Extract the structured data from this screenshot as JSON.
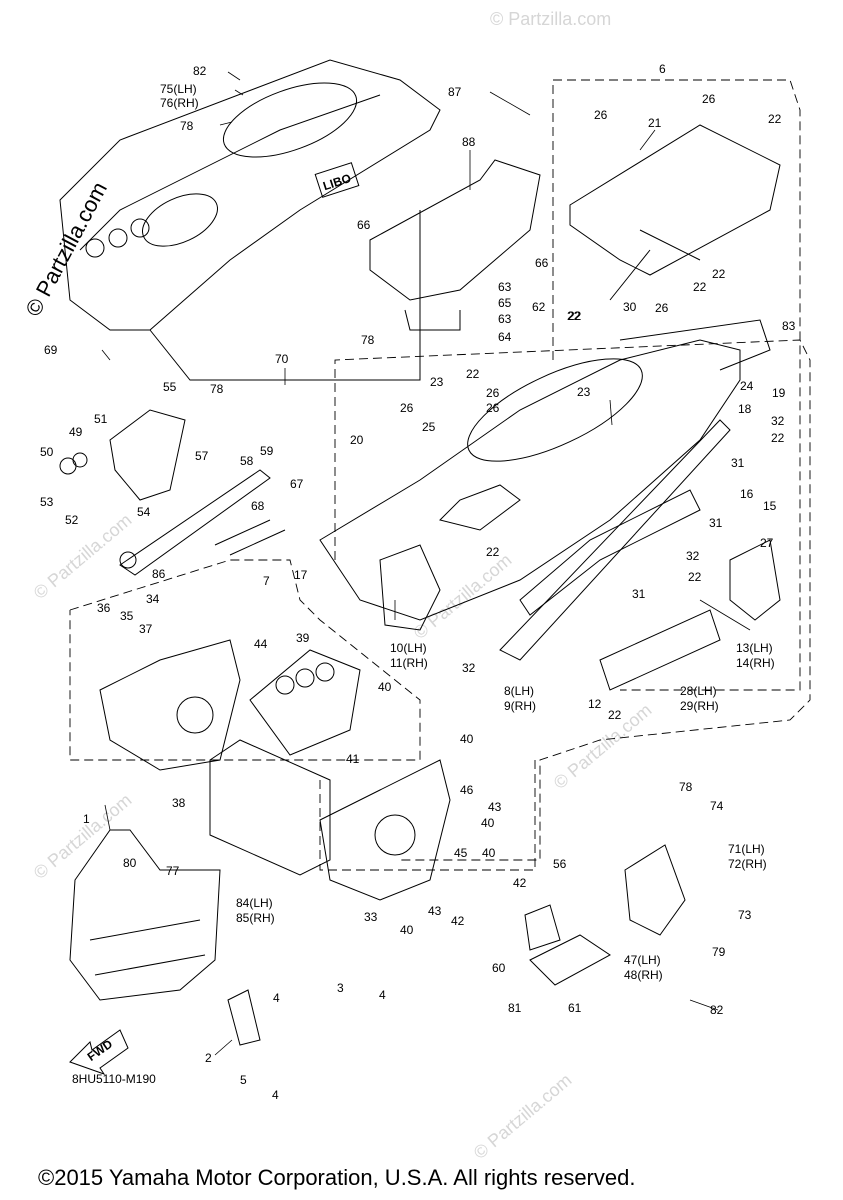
{
  "brand_watermark": "© Partzilla.com",
  "faint_watermark": "© Partzilla.com",
  "diagram_code": "8HU5110-M190",
  "fwd_label": "FWD",
  "copyright": "©2015 Yamaha Motor Corporation, U.S.A. All rights reserved.",
  "decal_text": "LIBO",
  "callouts": [
    "82",
    "75(LH)",
    "76(RH)",
    "78",
    "87",
    "6",
    "88",
    "21",
    "26",
    "26",
    "22",
    "66",
    "66",
    "22",
    "22",
    "26",
    "22",
    "30",
    "63",
    "65",
    "62",
    "63",
    "64",
    "83",
    "78",
    "22",
    "69",
    "70",
    "55",
    "78",
    "23",
    "22",
    "23",
    "24",
    "19",
    "18",
    "26",
    "26",
    "51",
    "49",
    "50",
    "53",
    "52",
    "54",
    "57",
    "58",
    "59",
    "20",
    "25",
    "26",
    "32",
    "22",
    "31",
    "16",
    "15",
    "67",
    "68",
    "31",
    "27",
    "22",
    "86",
    "7",
    "17",
    "32",
    "22",
    "34",
    "36",
    "35",
    "37",
    "10(LH)",
    "11(RH)",
    "31",
    "13(LH)",
    "14(RH)",
    "44",
    "39",
    "40",
    "32",
    "8(LH)",
    "9(RH)",
    "28(LH)",
    "29(RH)",
    "12",
    "22",
    "40",
    "41",
    "38",
    "46",
    "43",
    "40",
    "78",
    "74",
    "56",
    "1",
    "80",
    "45",
    "40",
    "42",
    "71(LH)",
    "72(RH)",
    "77",
    "43",
    "42",
    "73",
    "84(LH)",
    "85(RH)",
    "33",
    "40",
    "79",
    "60",
    "47(LH)",
    "48(RH)",
    "3",
    "4",
    "81",
    "61",
    "82",
    "4",
    "2",
    "5",
    "4"
  ]
}
